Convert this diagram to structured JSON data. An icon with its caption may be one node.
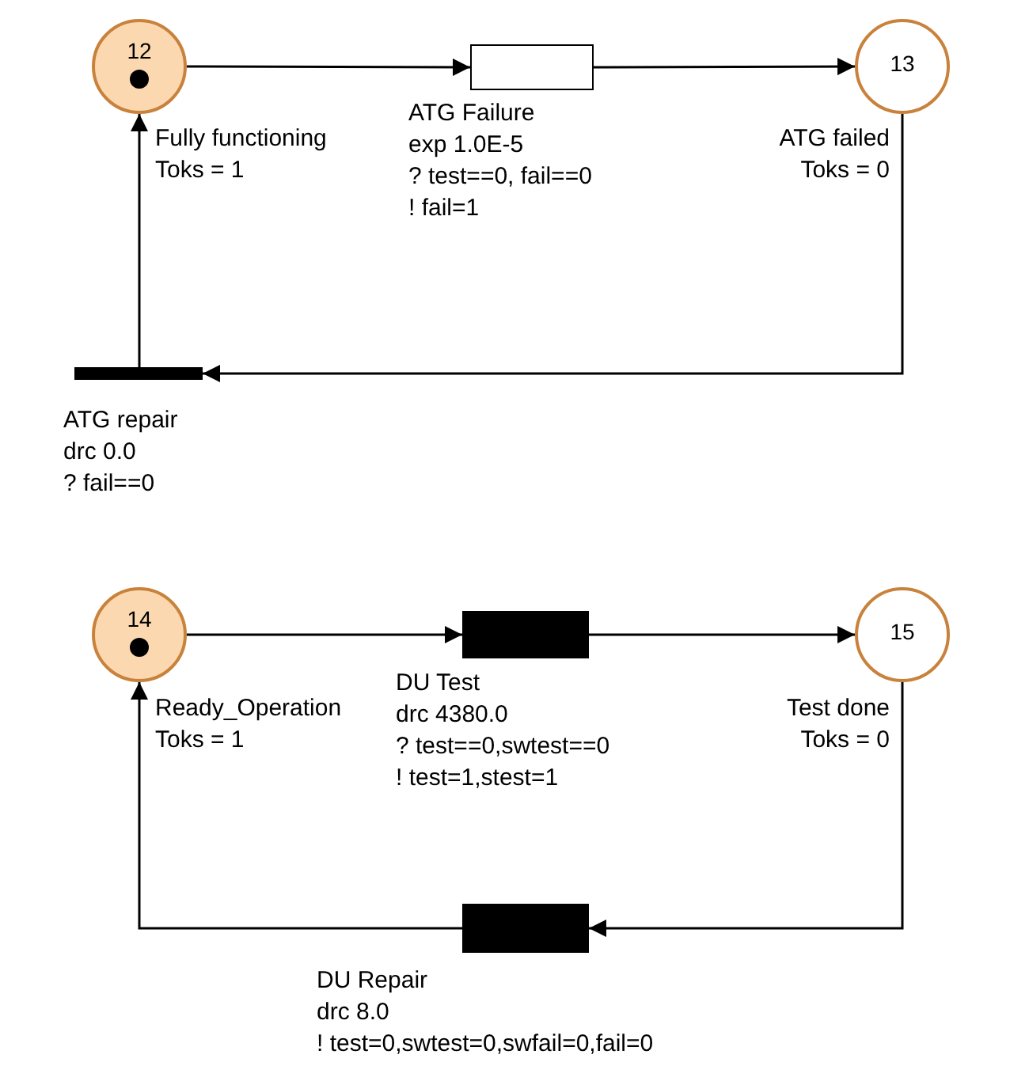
{
  "diagram": {
    "nodes": [
      {
        "text": [
          "12"
        ],
        "beside": [
          "Fully functioning",
          "Toks = 1"
        ]
      },
      {
        "text": [],
        "shape": "box",
        "beside": [
          "ATG Failure",
          "exp 1.0E-5",
          "? test==0, fail==0",
          "! fail=1"
        ]
      },
      {
        "text": [
          "13"
        ],
        "beside": [
          "ATG failed",
          "Toks = 0"
        ]
      },
      {
        "text": [],
        "shape": "bar",
        "beside": [
          "ATG repair",
          "drc 0.0",
          "? fail==0"
        ]
      },
      {
        "text": [
          "14"
        ],
        "beside": [
          "Ready_Operation",
          "Toks = 1"
        ]
      },
      {
        "text": [],
        "shape": "box",
        "beside": [
          "DU Test",
          "drc 4380.0",
          "? test==0,swtest==0",
          "! test=1,stest=1"
        ]
      },
      {
        "text": [
          "15"
        ],
        "beside": [
          "Test done",
          "Toks = 0"
        ]
      },
      {
        "text": [],
        "shape": "box",
        "beside": [
          "DU Repair",
          "drc 8.0",
          "! test=0,swtest=0,swfail=0,fail=0"
        ]
      }
    ],
    "edges": [
      {
        "from": 0,
        "to": 1,
        "arrow": "to"
      },
      {
        "from": 1,
        "to": 2,
        "arrow": "to"
      },
      {
        "from": 2,
        "to": 3,
        "arrow": "to"
      },
      {
        "from": 3,
        "to": 0,
        "arrow": "to"
      },
      {
        "from": 4,
        "to": 5,
        "arrow": "to"
      },
      {
        "from": 5,
        "to": 6,
        "arrow": "to"
      },
      {
        "from": 6,
        "to": 7,
        "arrow": "to"
      },
      {
        "from": 7,
        "to": 4,
        "arrow": "to"
      }
    ]
  }
}
